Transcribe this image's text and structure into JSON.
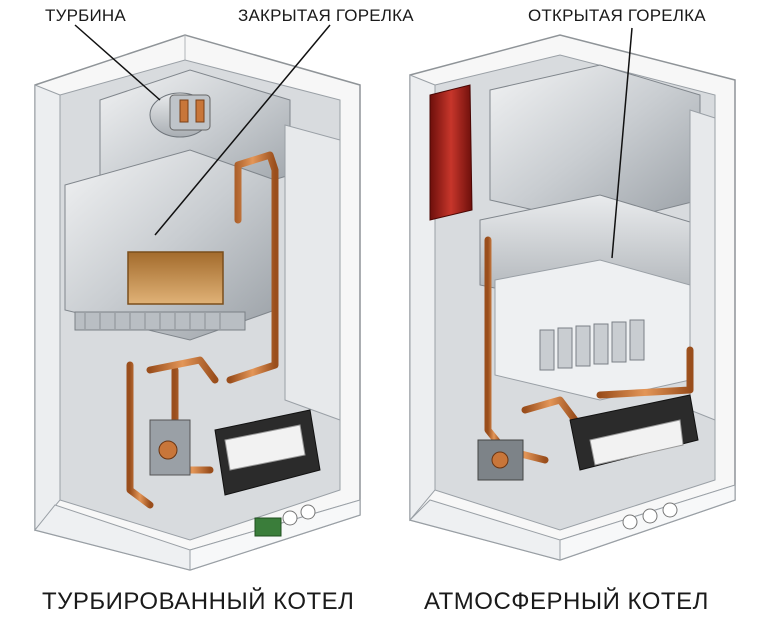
{
  "labels": {
    "turbine": "ТУРБИНА",
    "closed_burner": "ЗАКРЫТАЯ ГОРЕЛКА",
    "open_burner": "ОТКРЫТАЯ ГОРЕЛКА"
  },
  "captions": {
    "left": "ТУРБИРОВАННЫЙ КОТЕЛ",
    "right": "АТМОСФЕРНЫЙ КОТЕЛ"
  },
  "colors": {
    "copper": "#c8763a",
    "casing": "#f4f4f4",
    "interior": "#d9dcdf",
    "chamber": "#c69a5c",
    "red_tank": "#b3261e"
  }
}
